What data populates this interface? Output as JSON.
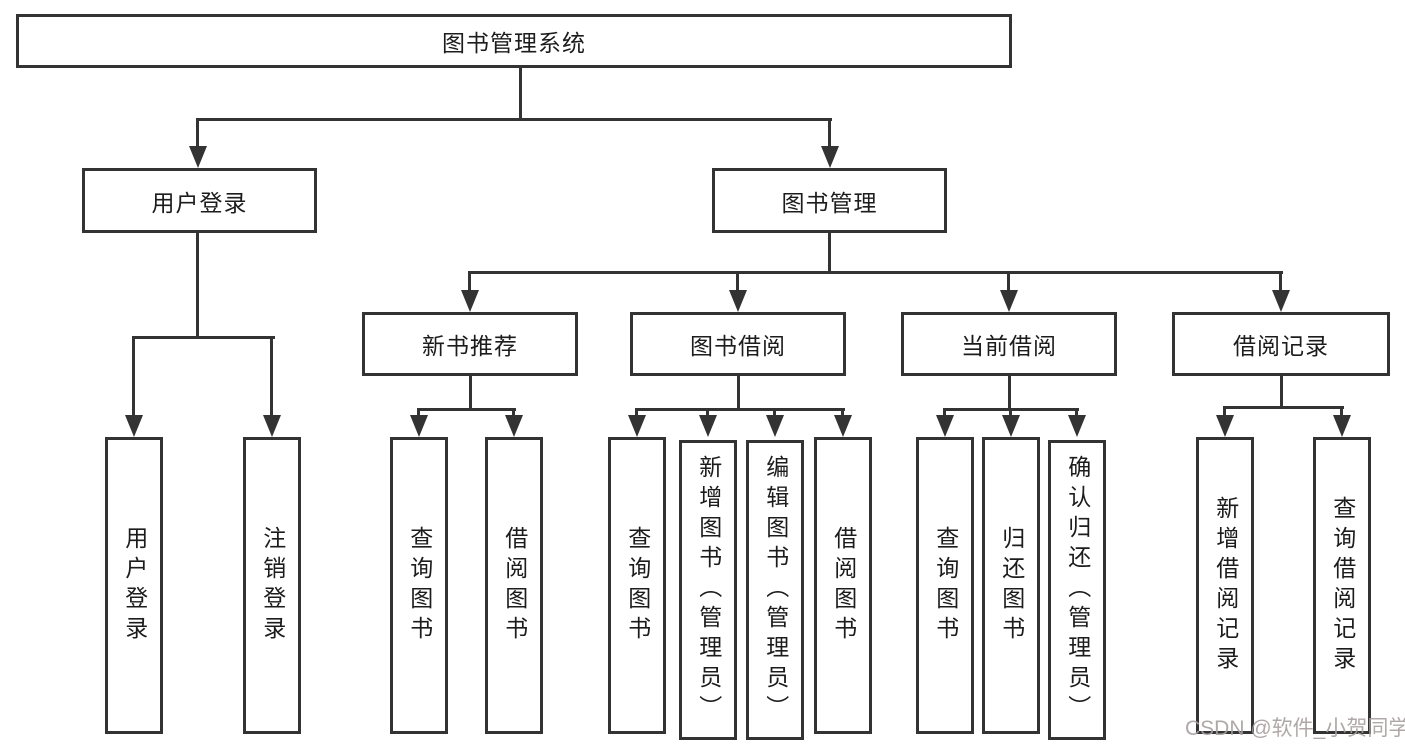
{
  "colors": {
    "line": "#333333",
    "text": "#1c1c1c",
    "background": "#ffffff",
    "watermark": "#a89f9f"
  },
  "watermark": {
    "text": "CSDN @软件_小贺同学"
  },
  "tree": {
    "label": "图书管理系统",
    "children": [
      {
        "label": "用户登录",
        "children": [
          {
            "label": "用户登录"
          },
          {
            "label": "注销登录"
          }
        ]
      },
      {
        "label": "图书管理",
        "children": [
          {
            "label": "新书推荐",
            "children": [
              {
                "label": "查询图书"
              },
              {
                "label": "借阅图书"
              }
            ]
          },
          {
            "label": "图书借阅",
            "children": [
              {
                "label": "查询图书"
              },
              {
                "label": "新增图书（管理员）"
              },
              {
                "label": "编辑图书（管理员）"
              },
              {
                "label": "借阅图书"
              }
            ]
          },
          {
            "label": "当前借阅",
            "children": [
              {
                "label": "查询图书"
              },
              {
                "label": "归还图书"
              },
              {
                "label": "确认归还（管理员）"
              }
            ]
          },
          {
            "label": "借阅记录",
            "children": [
              {
                "label": "新增借阅记录"
              },
              {
                "label": "查询借阅记录"
              }
            ]
          }
        ]
      }
    ]
  }
}
